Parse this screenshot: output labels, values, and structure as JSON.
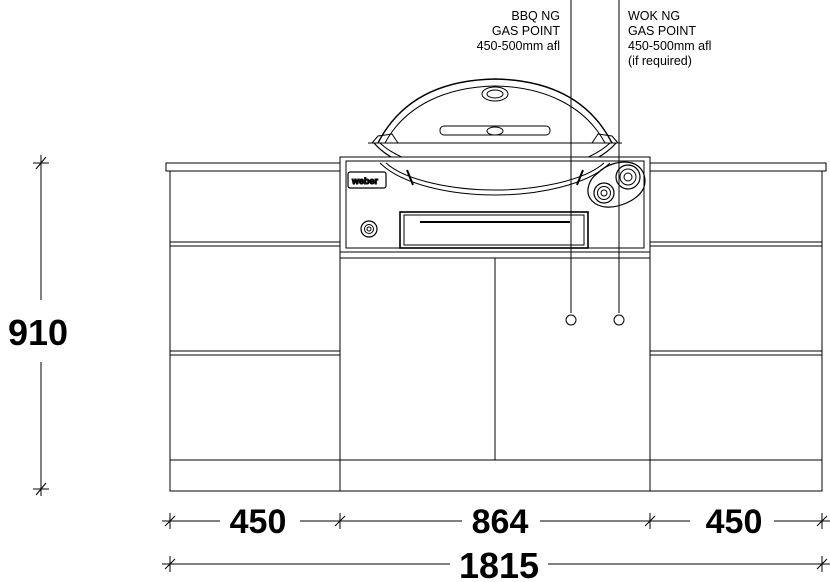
{
  "dimensions": {
    "height": "910",
    "left_cabinet": "450",
    "bbq_module": "864",
    "right_cabinet": "450",
    "overall_width": "1815"
  },
  "notes": {
    "bbq_gas": [
      "BBQ NG",
      "GAS POINT",
      "450-500mm afl"
    ],
    "wok_gas": [
      "WOK NG",
      "GAS POINT",
      "450-500mm afl",
      "(if required)"
    ]
  },
  "grill_logo": "weber"
}
